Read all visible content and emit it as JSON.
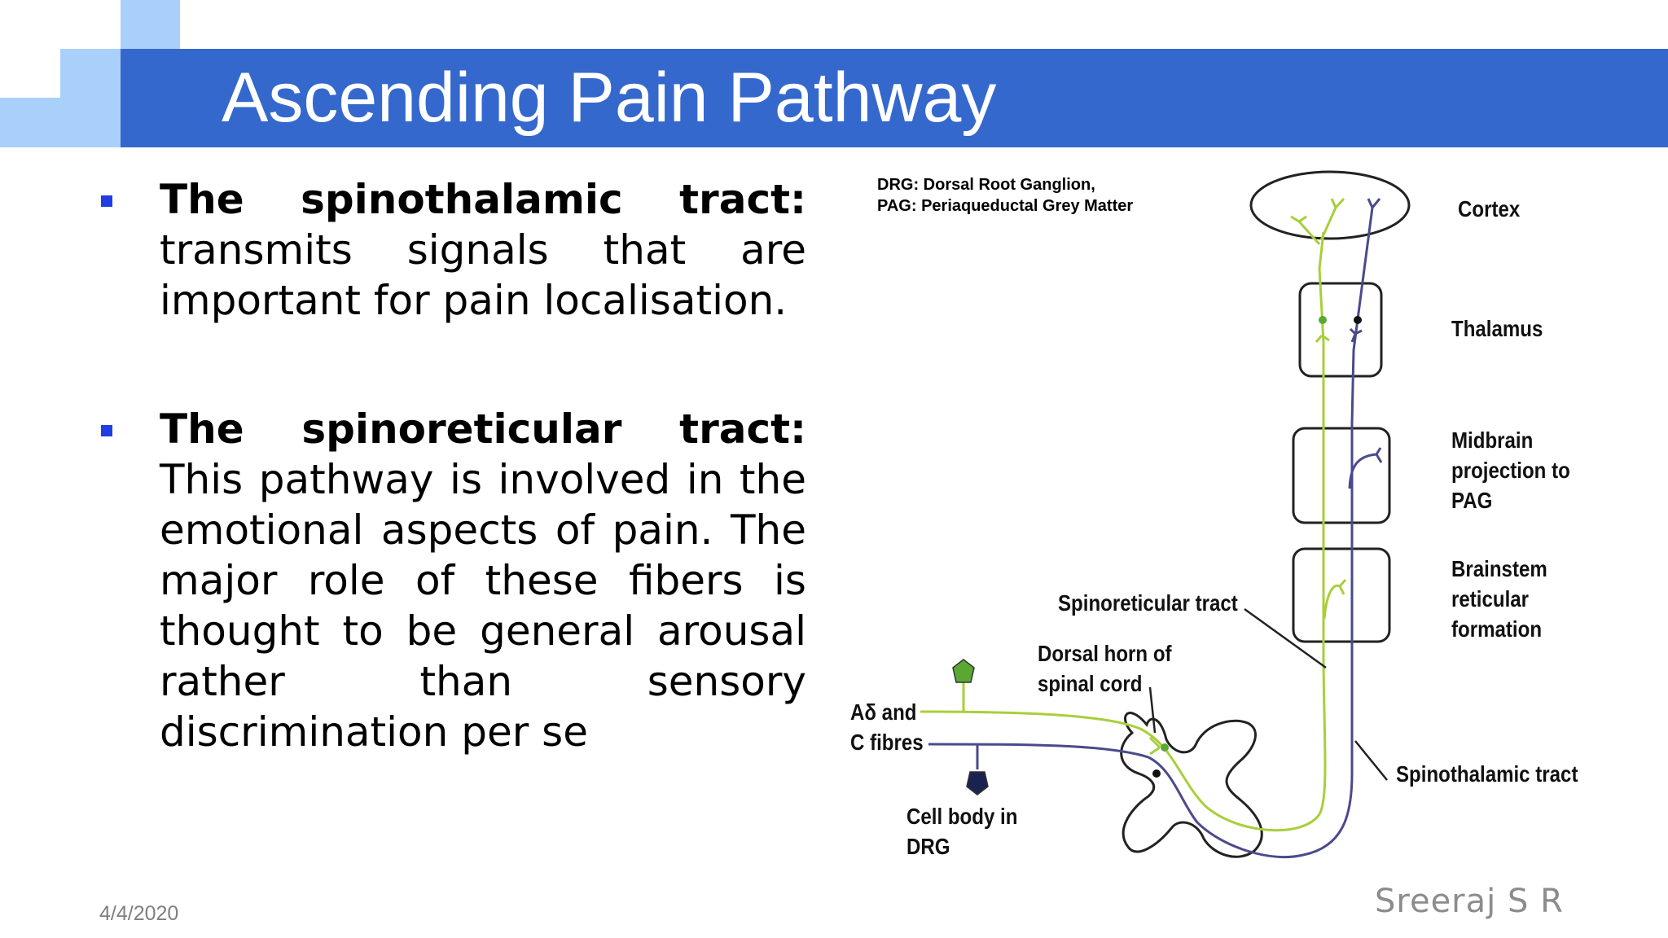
{
  "slide": {
    "title": "Ascending Pain Pathway",
    "date": "4/4/2020",
    "author": "Sreeraj S R"
  },
  "bullets": [
    {
      "heading": "The spinothalamic tract:",
      "text": "transmits signals that are important for pain localisation."
    },
    {
      "heading": "The spinoreticular tract:",
      "text": "This pathway is involved in the emotional aspects of pain. The major role of these fibers is thought to be general arousal rather than sensory discrimination per se"
    }
  ],
  "diagram": {
    "legend": {
      "line1": "DRG: Dorsal Root Ganglion,",
      "line2": "PAG: Periaqueductal Grey Matter"
    },
    "labels": {
      "cortex": "Cortex",
      "thalamus": "Thalamus",
      "midbrain": [
        "Midbrain",
        "projection to",
        "PAG"
      ],
      "brainstem": [
        "Brainstem",
        "reticular",
        "formation"
      ],
      "spinoreticular": "Spinoreticular tract",
      "dorsal_horn": [
        "Dorsal horn of",
        "spinal cord"
      ],
      "fibres": [
        "Aδ and",
        "C fibres"
      ],
      "cell_body": [
        "Cell body in",
        "DRG"
      ],
      "spinothalamic": "Spinothalamic tract"
    },
    "colors": {
      "green_tract": "#a8cf3a",
      "purple_tract": "#4a4a8c",
      "green_cell": "#5aa832",
      "navy_cell": "#1a2350",
      "outline": "#222222"
    }
  }
}
